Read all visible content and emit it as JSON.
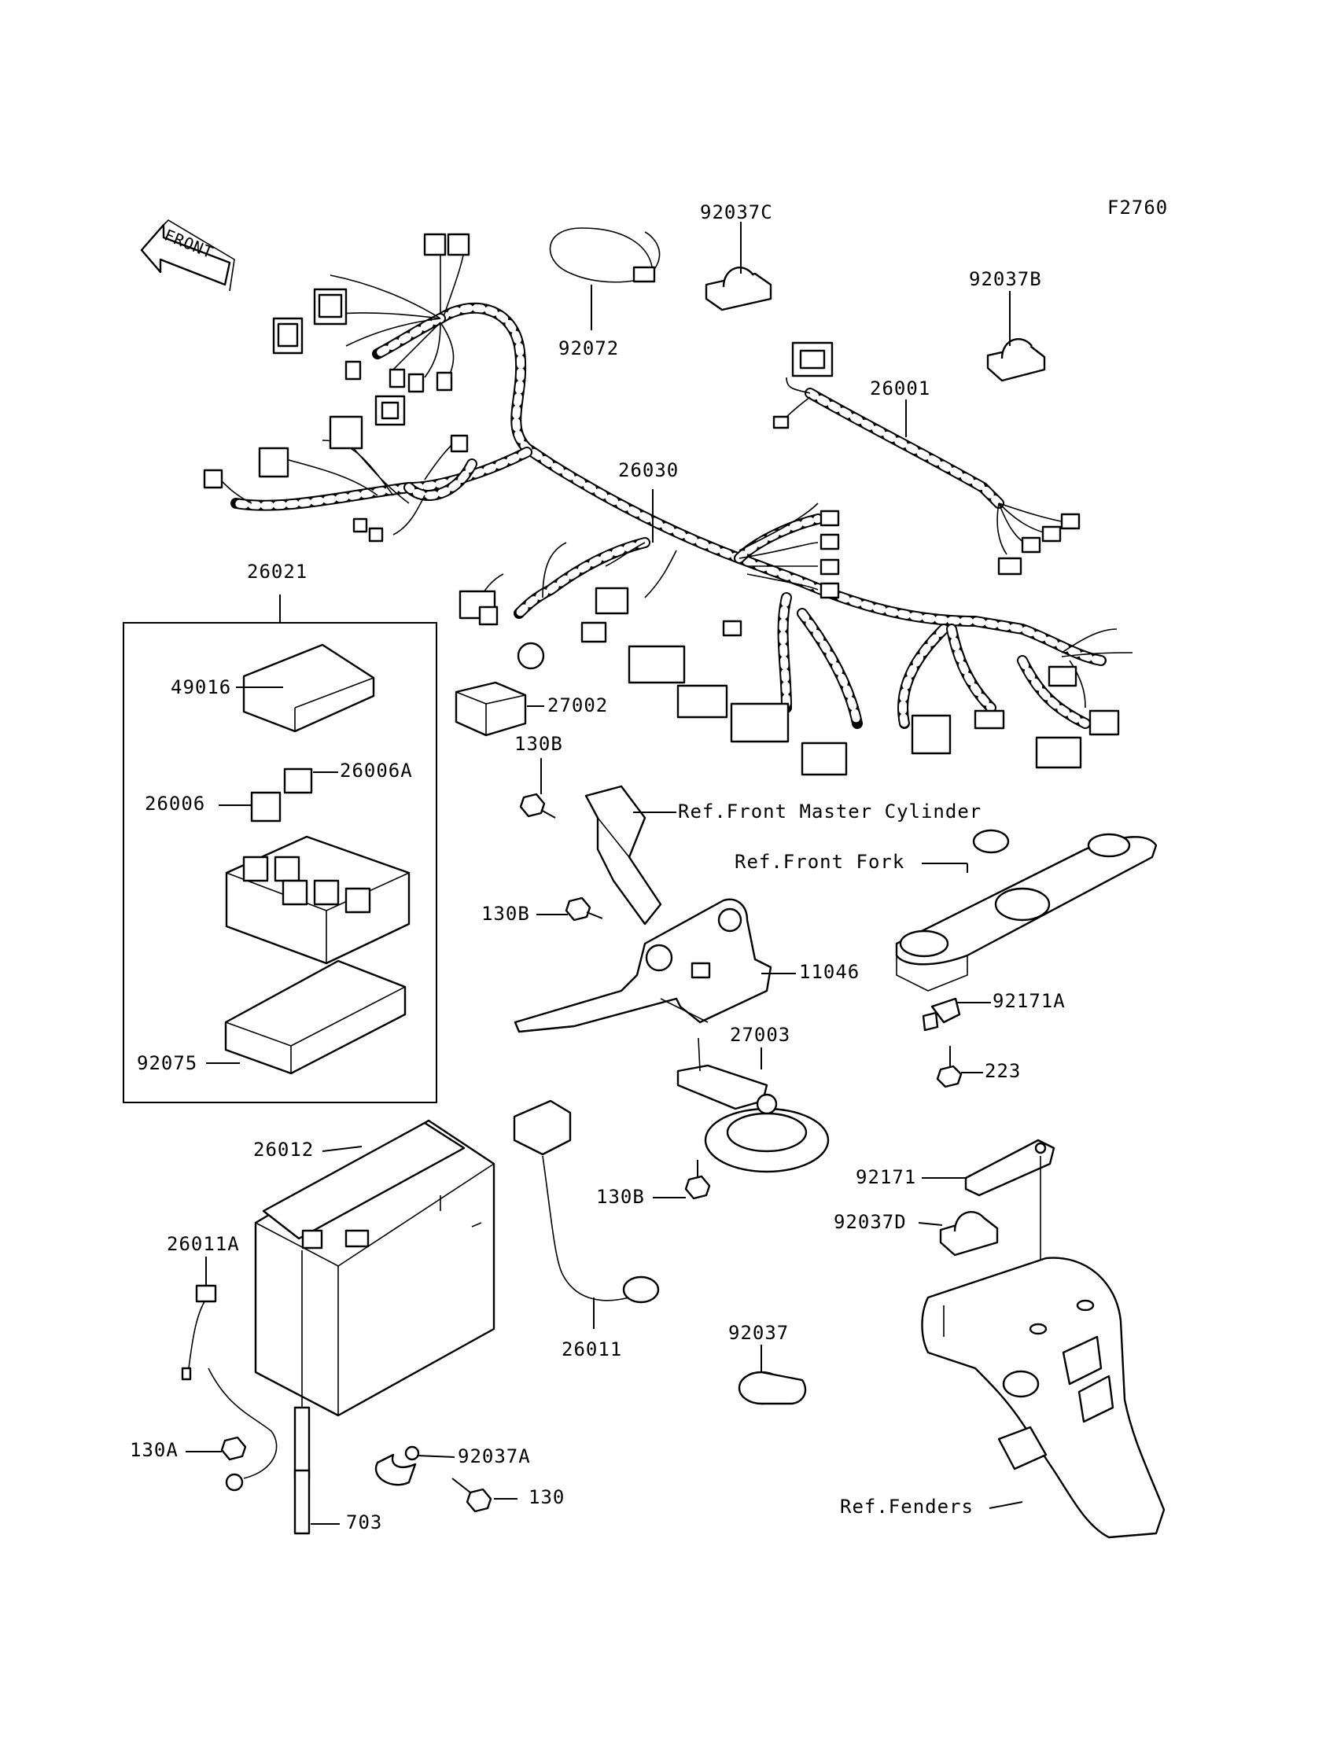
{
  "figure_code": "F2760",
  "front_arrow_label": "FRONT",
  "callouts": {
    "p92037C": "92037C",
    "p92037B": "92037B",
    "p92072": "92072",
    "p26001": "26001",
    "p26030": "26030",
    "p26021": "26021",
    "p49016": "49016",
    "p27002": "27002",
    "p130B_a": "130B",
    "p26006A": "26006A",
    "p26006": "26006",
    "ref_master_cyl": "Ref.Front Master Cylinder",
    "ref_front_fork": "Ref.Front Fork",
    "p130B_b": "130B",
    "p11046": "11046",
    "p92171A": "92171A",
    "p27003": "27003",
    "p223": "223",
    "p92075": "92075",
    "p26012": "26012",
    "p92171": "92171",
    "p130B_c": "130B",
    "p92037D": "92037D",
    "p26011A": "26011A",
    "p92037": "92037",
    "p26011": "26011",
    "p130A": "130A",
    "p92037A": "92037A",
    "p130": "130",
    "p703": "703",
    "ref_fenders": "Ref.Fenders"
  }
}
